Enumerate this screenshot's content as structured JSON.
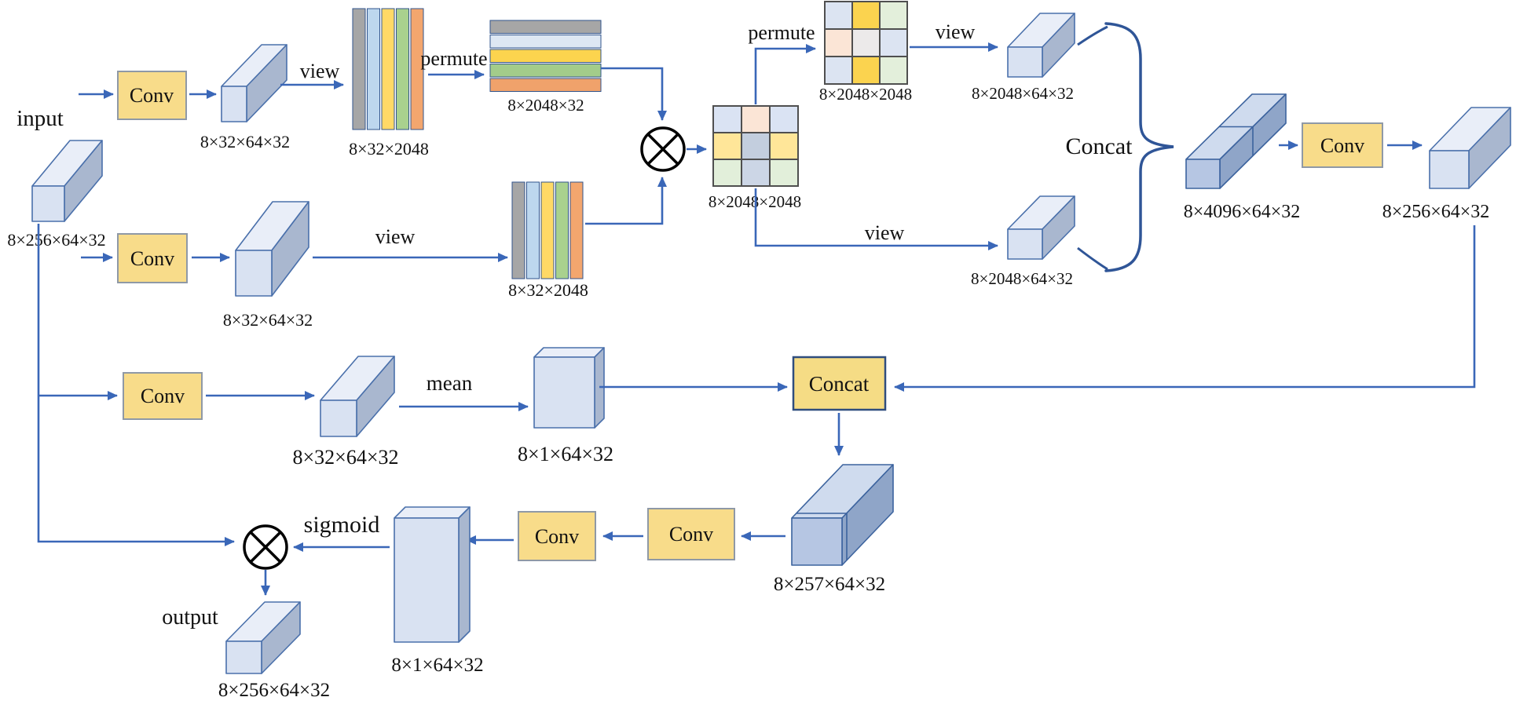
{
  "figure": {
    "io": {
      "input": "input",
      "output": "output"
    },
    "ops": {
      "conv1": "Conv",
      "conv2": "Conv",
      "conv3": "Conv",
      "conv4": "Conv",
      "conv5": "Conv",
      "conv6": "Conv",
      "concat_box": "Concat",
      "concat_brace": "Concat"
    },
    "flows": {
      "view1": "view",
      "view2": "view",
      "view3": "view",
      "view4": "view",
      "permute1": "permute",
      "permute2": "permute",
      "mean": "mean",
      "sigmoid": "sigmoid"
    },
    "tensors": {
      "t_input": "8×256×64×32",
      "t_q": "8×32×64×32",
      "t_q_view": "8×32×2048",
      "t_q_perm": "8×2048×32",
      "t_k": "8×32×64×32",
      "t_k_view": "8×32×2048",
      "t_attn": "8×2048×2048",
      "t_attn_perm": "8×2048×2048",
      "t_attn_view1": "8×2048×64×32",
      "t_attn_view2": "8×2048×64×32",
      "t_concat": "8×4096×64×32",
      "t_conv_out": "8×256×64×32",
      "t_v": "8×32×64×32",
      "t_mean": "8×1×64×32",
      "t_cat": "8×257×64×32",
      "t_sig": "8×1×64×32",
      "t_out": "8×256×64×32"
    },
    "colors": {
      "arrow": "#3a67b8",
      "brace": "#2f5597",
      "conv_fill": "#f8dc8a",
      "concat_fill": "#f5dc85",
      "conv_border": "#8f99a6",
      "concat_border": "#2f4d7e",
      "cuboid_front_light": "#d9e2f2",
      "cuboid_top_light": "#e9eef8",
      "cuboid_side_light": "#a9b7cf",
      "cuboid_front_dark": "#b6c6e3",
      "cuboid_top_dark": "#cfdbee",
      "cuboid_side_dark": "#8fa5c8",
      "operator": "#000000"
    },
    "stripes": {
      "vertical_block": [
        "#a6a6a6",
        "#bdd7ee",
        "#ffd966",
        "#a9d18e",
        "#f3a66e"
      ],
      "horizontal_block": [
        "#a6a6a6",
        "#dde7f3",
        "#fcd44e",
        "#a3cc8a",
        "#f0a26b"
      ]
    },
    "grids": {
      "matmul_result": [
        [
          "#dae3f3",
          "#fbe5d6",
          "#dae3f3"
        ],
        [
          "#ffe699",
          "#c3cede",
          "#ffe699"
        ],
        [
          "#e2efda",
          "#ccd6e6",
          "#e2efda"
        ]
      ],
      "permuted": [
        [
          "#dce4f2",
          "#fbd34f",
          "#e3efdb"
        ],
        [
          "#fbe5d6",
          "#eceaea",
          "#dce4f2"
        ],
        [
          "#dce4f2",
          "#fbd34f",
          "#e3efdb"
        ]
      ]
    }
  }
}
